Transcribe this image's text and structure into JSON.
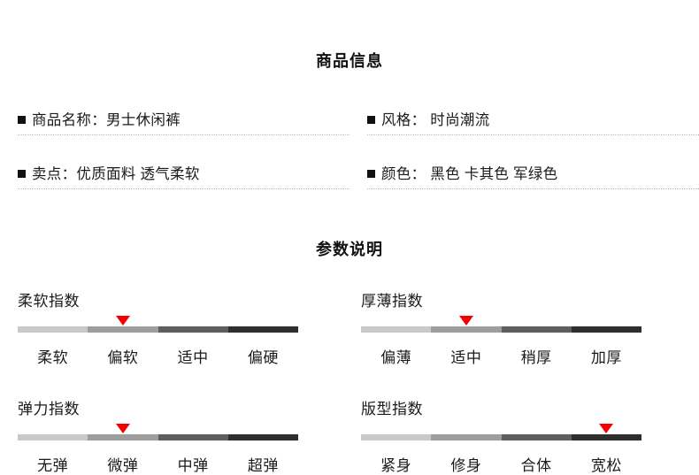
{
  "sections": {
    "info_title": "商品信息",
    "param_title": "参数说明"
  },
  "info_rows": [
    {
      "left": {
        "label": "商品名称：",
        "value": "男士休闲裤"
      },
      "right": {
        "label": "风格：",
        "value": " 时尚潮流"
      }
    },
    {
      "left": {
        "label": "卖点：",
        "value": "优质面料 透气柔软"
      },
      "right": {
        "label": "颜色：",
        "value": " 黑色 卡其色 军绿色"
      }
    }
  ],
  "meters": [
    {
      "title": "柔软指数",
      "labels": [
        "柔软",
        "偏软",
        "适中",
        "偏硬"
      ],
      "selected_index": 1,
      "selected_label": "偏软"
    },
    {
      "title": "厚薄指数",
      "labels": [
        "偏薄",
        "适中",
        "稍厚",
        "加厚"
      ],
      "selected_index": 1,
      "selected_label": "适中"
    },
    {
      "title": "弹力指数",
      "labels": [
        "无弹",
        "微弹",
        "中弹",
        "超弹"
      ],
      "selected_index": 1,
      "selected_label": "微弹"
    },
    {
      "title": "版型指数",
      "labels": [
        "紧身",
        "修身",
        "合体",
        "宽松"
      ],
      "selected_index": 3,
      "selected_label": "宽松"
    }
  ],
  "colors": {
    "marker": "#f40000",
    "bullet": "#111111",
    "segment_1": "#c9c9c9",
    "segment_2": "#9e9e9e",
    "segment_3": "#5e5e5e",
    "segment_4": "#2e2e2e",
    "dotted_rule": "#b9b9b9",
    "text": "#1a1a1a",
    "background": "#ffffff"
  }
}
